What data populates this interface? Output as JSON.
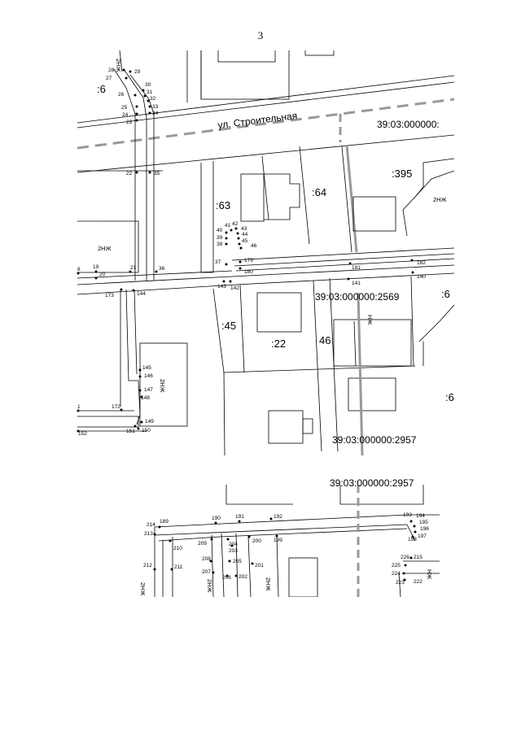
{
  "page_number": "3",
  "street": {
    "name": "ул. Строительная"
  },
  "cadastral": {
    "block_top": "39:03:000000:",
    "plot_2569": "39:03:000000:2569",
    "plot_2957": "39:03:000000:2957",
    "plot_cut": "39:03:000000:2957"
  },
  "parcels": {
    "p6": ":6",
    "p63": ":63",
    "p64": ":64",
    "p395": ":395",
    "p45": ":45",
    "p22": ":22",
    "p46": "46",
    "p6_right": ":6",
    "p6_bottom": ":6"
  },
  "zones": {
    "z1": "2НЖ",
    "z2": "2НЖ",
    "z3": "2НЖ",
    "z4": "НЖ",
    "z5": "2НЖ",
    "z6": "2НЖ",
    "z7": "2НЖ",
    "z8": "2НЖ",
    "z9": "НЖ"
  },
  "points": [
    {
      "n": "28"
    },
    {
      "n": "29"
    },
    {
      "n": "27"
    },
    {
      "n": "26"
    },
    {
      "n": "30"
    },
    {
      "n": "31"
    },
    {
      "n": "32"
    },
    {
      "n": "25"
    },
    {
      "n": "33"
    },
    {
      "n": "24"
    },
    {
      "n": "34"
    },
    {
      "n": "23"
    },
    {
      "n": "22"
    },
    {
      "n": "35"
    },
    {
      "n": "40"
    },
    {
      "n": "41"
    },
    {
      "n": "42"
    },
    {
      "n": "43"
    },
    {
      "n": "44"
    },
    {
      "n": "39"
    },
    {
      "n": "38"
    },
    {
      "n": "45"
    },
    {
      "n": "46"
    },
    {
      "n": "37"
    },
    {
      "n": "179"
    },
    {
      "n": "180"
    },
    {
      "n": "181"
    },
    {
      "n": "182"
    },
    {
      "n": "140"
    },
    {
      "n": "141"
    },
    {
      "n": "143"
    },
    {
      "n": "142"
    },
    {
      "n": "36"
    },
    {
      "n": "21"
    },
    {
      "n": "19"
    },
    {
      "n": "20"
    },
    {
      "n": "8"
    },
    {
      "n": "173"
    },
    {
      "n": "144"
    },
    {
      "n": "145"
    },
    {
      "n": "146"
    },
    {
      "n": "147"
    },
    {
      "n": "148"
    },
    {
      "n": "172"
    },
    {
      "n": "1"
    },
    {
      "n": "149"
    },
    {
      "n": "151"
    },
    {
      "n": "150"
    },
    {
      "n": "152"
    },
    {
      "n": "214"
    },
    {
      "n": "189"
    },
    {
      "n": "190"
    },
    {
      "n": "191"
    },
    {
      "n": "192"
    },
    {
      "n": "193"
    },
    {
      "n": "194"
    },
    {
      "n": "195"
    },
    {
      "n": "196"
    },
    {
      "n": "197"
    },
    {
      "n": "198"
    },
    {
      "n": "213"
    },
    {
      "n": "210"
    },
    {
      "n": "209"
    },
    {
      "n": "204"
    },
    {
      "n": "203"
    },
    {
      "n": "200"
    },
    {
      "n": "199"
    },
    {
      "n": "208"
    },
    {
      "n": "205"
    },
    {
      "n": "201"
    },
    {
      "n": "212"
    },
    {
      "n": "211"
    },
    {
      "n": "207"
    },
    {
      "n": "206"
    },
    {
      "n": "202"
    },
    {
      "n": "226"
    },
    {
      "n": "215"
    },
    {
      "n": "225"
    },
    {
      "n": "224"
    },
    {
      "n": "223"
    },
    {
      "n": "222"
    }
  ]
}
